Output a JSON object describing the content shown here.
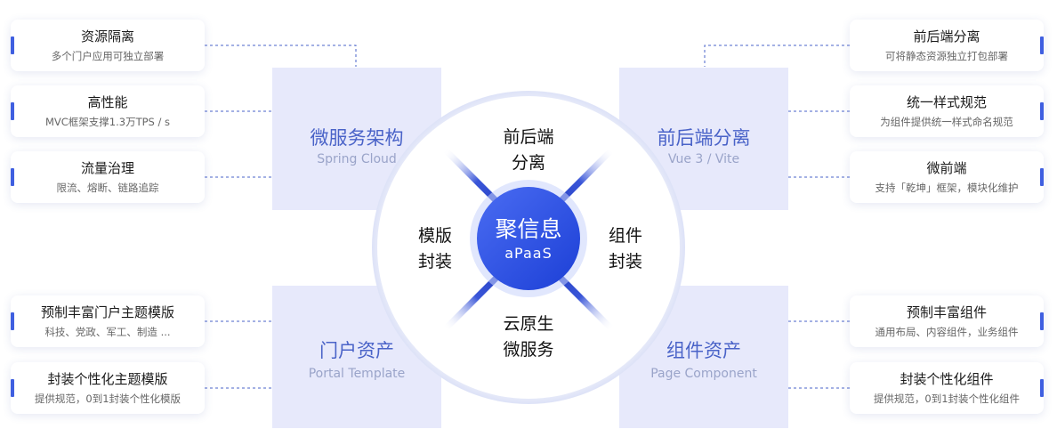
{
  "left_features": [
    {
      "title": "资源隔离",
      "desc": "多个门户应用可独立部署"
    },
    {
      "title": "高性能",
      "desc": "MVC框架支撑1.3万TPS / s"
    },
    {
      "title": "流量治理",
      "desc": "限流、熔断、链路追踪"
    },
    {
      "title": "预制丰富门户主题模版",
      "desc": "科技、党政、军工、制造 ..."
    },
    {
      "title": "封装个性化主题模版",
      "desc": "提供规范，0到1封装个性化模版"
    }
  ],
  "right_features": [
    {
      "title": "前后端分离",
      "desc": "可将静态资源独立打包部署"
    },
    {
      "title": "统一样式规范",
      "desc": "为组件提供统一样式命名规范"
    },
    {
      "title": "微前端",
      "desc": "支持「乾坤」框架，模块化维护"
    },
    {
      "title": "预制丰富组件",
      "desc": "通用布局、内容组件，业务组件"
    },
    {
      "title": "封装个性化组件",
      "desc": "提供规范，0到1封装个性化组件"
    }
  ],
  "quadrants": {
    "top_left": {
      "title": "微服务架构",
      "subtitle": "Spring Cloud"
    },
    "top_right": {
      "title": "前后端分离",
      "subtitle": "Vue 3 / Vite"
    },
    "bottom_left": {
      "title": "门户资产",
      "subtitle": "Portal Template"
    },
    "bottom_right": {
      "title": "组件资产",
      "subtitle": "Page Component"
    }
  },
  "center": {
    "title": "聚信息",
    "subtitle": "aPaaS",
    "top_label": [
      "前后端",
      "分离"
    ],
    "left_label": [
      "模版",
      "封装"
    ],
    "right_label": [
      "组件",
      "封装"
    ],
    "bottom_label": [
      "云原生",
      "微服务"
    ]
  },
  "colors": {
    "accent": "#3f5fe0",
    "quad_bg": "#e7e9fb",
    "quad_title": "#4a63c8",
    "center_core": "#2a4ee0"
  }
}
